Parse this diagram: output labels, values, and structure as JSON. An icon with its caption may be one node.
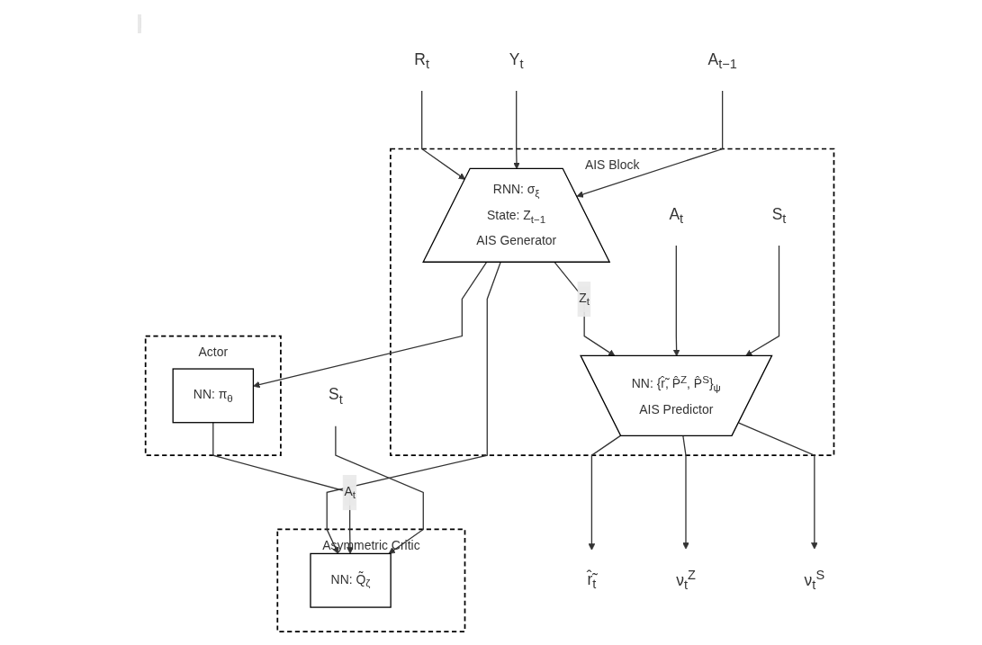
{
  "diagram": {
    "nodes": [
      {
        "text": [
          "AIS Block"
        ]
      },
      {
        "text": [
          "R$_{t}$"
        ]
      },
      {
        "text": [
          "Y$_{t}$"
        ]
      },
      {
        "text": [
          "A$_{t−1}$"
        ]
      },
      {
        "text": [
          "A$_{t}$"
        ],
        "in": 0
      },
      {
        "text": [
          "RNN: σ$_{ξ}$",
          "State: Z$_{t−1}$",
          "AIS Generator"
        ],
        "in": 0
      },
      {
        "text": [
          "NN: {r̂̃, P̂$^{Z}$, P̂$^{S}$}$_{ψ}$",
          "AIS Predictor"
        ],
        "in": 0
      },
      {
        "text": [
          "S$_{t}$"
        ],
        "in": 0
      },
      {
        "text": [
          "r̂̃$_{t}$"
        ]
      },
      {
        "text": [
          "ν$_{t}$$^{Z}$"
        ]
      },
      {
        "text": [
          "ν$_{t}$$^{S}$"
        ]
      },
      {
        "text": [
          "Actor"
        ]
      },
      {
        "text": [
          "NN: π$_{θ}$"
        ],
        "in": 11
      },
      {
        "text": [
          "Asymmetric Critic"
        ]
      },
      {
        "text": [
          "NN: Q̃$_{ζ}$"
        ],
        "in": 13
      },
      {
        "text": [
          "S$_{t}$"
        ]
      }
    ],
    "edges": [
      {
        "from": 1,
        "to": 5,
        "arrow": "to"
      },
      {
        "from": 2,
        "to": 5,
        "arrow": "to"
      },
      {
        "from": 3,
        "to": 5,
        "arrow": "to"
      },
      {
        "from": 5,
        "to": 6,
        "arrow": "to",
        "label": "Z$_{t}$"
      },
      {
        "from": 4,
        "to": 6,
        "arrow": "to"
      },
      {
        "from": 7,
        "to": 6,
        "arrow": "to"
      },
      {
        "from": 6,
        "to": 8,
        "arrow": "to"
      },
      {
        "from": 6,
        "to": 9,
        "arrow": "to"
      },
      {
        "from": 6,
        "to": 10,
        "arrow": "to"
      },
      {
        "from": 5,
        "to": 12,
        "arrow": "to"
      },
      {
        "from": 5,
        "to": 14,
        "arrow": "to"
      },
      {
        "from": 12,
        "to": 14,
        "arrow": "to",
        "label": "A$_{t}$"
      },
      {
        "from": 15,
        "to": 14,
        "arrow": "to"
      }
    ]
  }
}
